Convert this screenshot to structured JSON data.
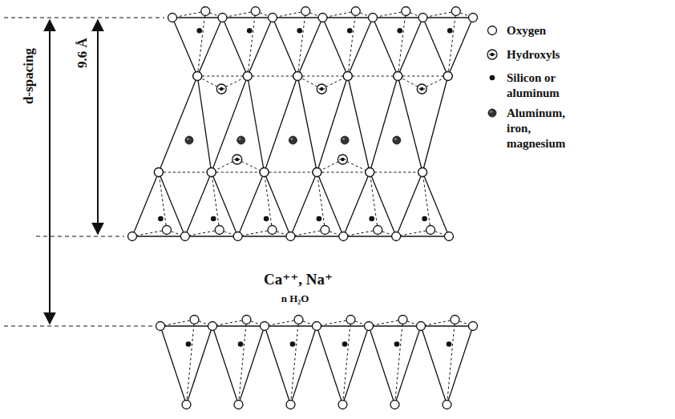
{
  "diagram": {
    "labels": [
      "d-spacing",
      "9.6 Å",
      "Ca⁺⁺, Na⁺",
      "n H₂O"
    ],
    "legend": [
      {
        "text": "Oxygen"
      },
      {
        "text": "Hydroxyls"
      },
      {
        "text": "Silicon or aluminum"
      },
      {
        "text": "Aluminum, iron, magnesium"
      }
    ]
  }
}
